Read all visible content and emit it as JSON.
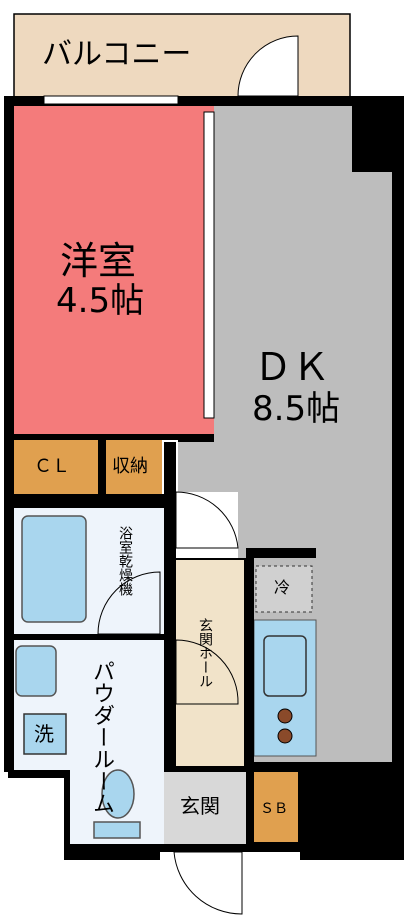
{
  "rooms": {
    "balcony": "バルコニー",
    "western_room": {
      "name": "洋室",
      "size": "4.5帖"
    },
    "dk": {
      "name": "ＤＫ",
      "size": "8.5帖"
    },
    "closet": "ＣＬ",
    "storage": "収納",
    "bathroom": "浴室乾燥機",
    "powder_room": "パウダールーム",
    "washer": "洗",
    "entrance_hall": "玄関ホール",
    "entrance": "玄関",
    "shoe_box": "ＳＢ",
    "fridge": "冷"
  },
  "colors": {
    "western_room": "#f47b7b",
    "dk": "#bdbdbd",
    "balcony": "#eed9bf",
    "storage": "#e0a04f",
    "bath": "#eef4fb",
    "fixture": "#a9d6ee",
    "hall": "#f1e3c9",
    "entrance": "#d8d8d8",
    "wall": "#000000"
  }
}
